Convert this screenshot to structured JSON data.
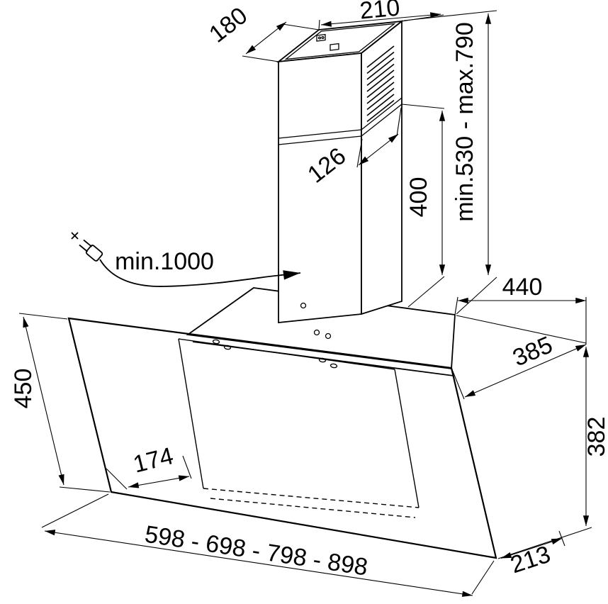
{
  "diagram": {
    "background": "#ffffff",
    "line_color": "#000000",
    "labels": {
      "top_width": "210",
      "chimney_depth": "180",
      "height_range": "min.530 - max.790",
      "duct_offset": "126",
      "chimney_extension": "400",
      "cable_length": "min.1000",
      "rear_clearance": "440",
      "top_depth": "385",
      "side_height": "382",
      "glass_height": "450",
      "left_offset": "174",
      "width_options": "598 - 698 - 798 - 898",
      "bottom_depth": "213"
    }
  }
}
